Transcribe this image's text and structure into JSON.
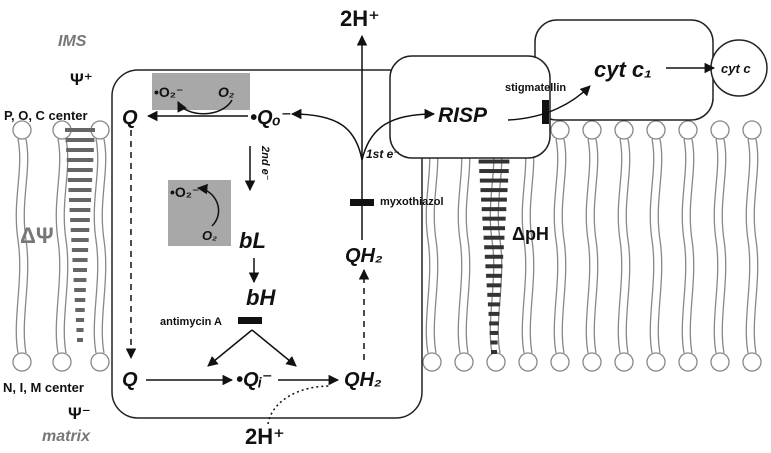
{
  "labels": {
    "ims": "IMS",
    "psi_plus": "Ψ⁺",
    "p_center": "P, O, C center",
    "delta_psi": "ΔΨ",
    "n_center": "N, I, M center",
    "psi_minus": "Ψ⁻",
    "matrix": "matrix",
    "protons_top": "2H⁺",
    "protons_bottom": "2H⁺",
    "q_top": "Q",
    "q_bottom": "Q",
    "o2_top": "O₂",
    "o2_side": "O₂",
    "superoxide_top": "•O₂⁻",
    "superoxide_side": "•O₂⁻",
    "semiquinone_o": "•Qₒ⁻",
    "semiquinone_i": "•Qᵢ⁻",
    "second_electron": "2nd e⁻",
    "first_electron": "1st e⁻",
    "bl": "bL",
    "bh": "bH",
    "antimycin": "antimycin A",
    "myxothiazol": "myxothiazol",
    "stigmatellin": "stigmatellin",
    "qh2_mid": "QH₂",
    "qh2_bottom": "QH₂",
    "risp": "RISP",
    "cyt_c1": "cyt c₁",
    "cyt_c": "cyt c",
    "delta_ph": "ΔpH"
  },
  "colors": {
    "ros_box": "#a8a8a8",
    "line": "#111111",
    "membrane": "#888888",
    "muted_label": "#777777"
  }
}
